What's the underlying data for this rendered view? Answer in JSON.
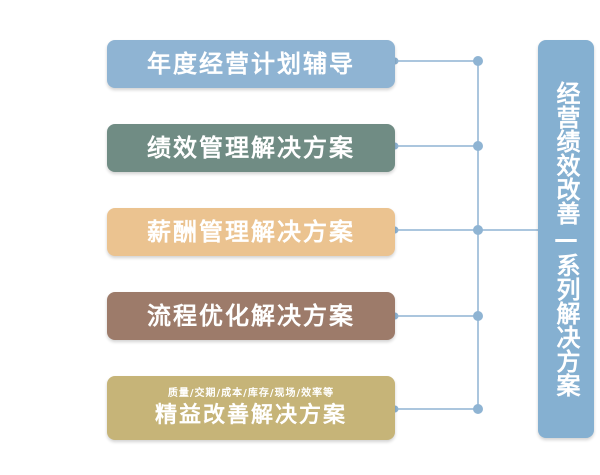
{
  "items": [
    {
      "label": "年度经营计划辅导",
      "color": "#8fb4d3"
    },
    {
      "label": "绩效管理解决方案",
      "color": "#708c84"
    },
    {
      "label": "薪酬管理解决方案",
      "color": "#ebc390"
    },
    {
      "label": "流程优化解决方案",
      "color": "#9d7b6a"
    },
    {
      "label": "精益改善解决方案",
      "sublabel": "质量/交期/成本/库存/现场/效率等",
      "color": "#c6b478"
    }
  ],
  "side_panel": {
    "title": "经营绩效改善—系列解决方案",
    "color": "#85b0d1"
  },
  "connector_color": "#8fb4d3"
}
